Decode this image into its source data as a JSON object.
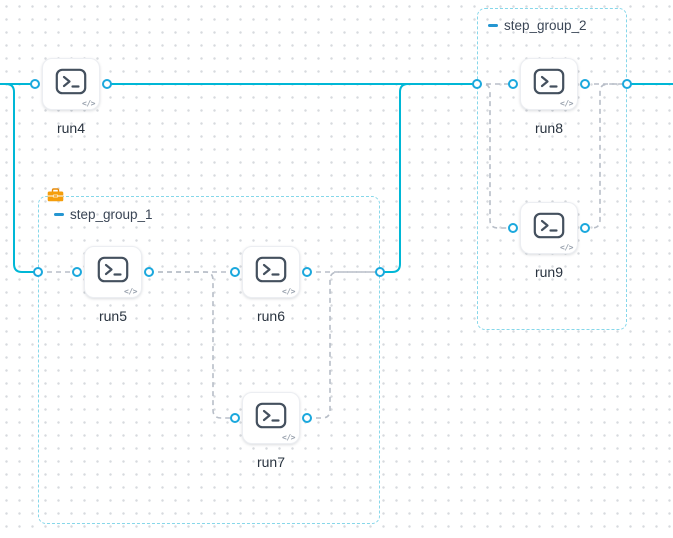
{
  "canvas": {
    "background": "#ffffff",
    "grid_dot_color": "#d7dade"
  },
  "colors": {
    "edge_solid": "#00b7d6",
    "edge_dashed": "#b8bec8",
    "port_ring": "#1ba8dd",
    "group_border": "#86d7ea",
    "group_collapse": "#2596d1",
    "toolbox_badge": "#f59e0b",
    "node_icon": "#44505e"
  },
  "icons": {
    "node_type": "terminal-icon",
    "code_badge": "</>",
    "group_collapse": "minus-icon",
    "group_badge": "toolbox-icon"
  },
  "nodes": [
    {
      "label": "run4"
    },
    {
      "label": "run5"
    },
    {
      "label": "run6"
    },
    {
      "label": "run7"
    },
    {
      "label": "run8"
    },
    {
      "label": "run9"
    }
  ],
  "groups": [
    {
      "label": "step_group_1",
      "children": [
        "run5",
        "run6",
        "run7"
      ],
      "badge": "toolbox"
    },
    {
      "label": "step_group_2",
      "children": [
        "run8",
        "run9"
      ]
    }
  ],
  "connections": {
    "solid": [
      {
        "from": "offscreen-left",
        "to": "run4"
      },
      {
        "from": "offscreen-left",
        "to": "step_group_1"
      },
      {
        "from": "run4",
        "to": "step_group_2"
      },
      {
        "from": "step_group_1",
        "to": "step_group_2"
      },
      {
        "from": "step_group_2",
        "to": "offscreen-right"
      }
    ],
    "dashed": [
      {
        "from": "step_group_1-input",
        "to": "run5"
      },
      {
        "from": "run5",
        "to": "run6"
      },
      {
        "from": "run5",
        "to": "run7"
      },
      {
        "from": "run6",
        "to": "step_group_1-output"
      },
      {
        "from": "run7",
        "to": "step_group_1-output"
      },
      {
        "from": "step_group_2-input",
        "to": "run8"
      },
      {
        "from": "step_group_2-input",
        "to": "run9"
      },
      {
        "from": "run8",
        "to": "step_group_2-output"
      },
      {
        "from": "run9",
        "to": "step_group_2-output"
      }
    ]
  }
}
